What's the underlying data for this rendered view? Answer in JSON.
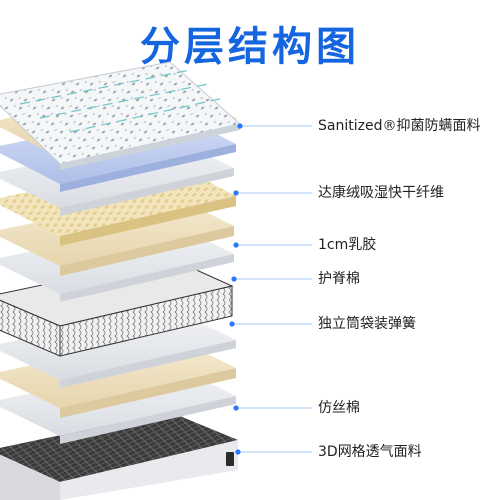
{
  "title": "分层结构图",
  "layers": [
    {
      "name": "Sanitized®抑菌防螨面料",
      "fabric": "quilted-top"
    },
    {
      "name": "",
      "fabric": "cream-foam"
    },
    {
      "name": "达康绒吸湿快干纤维",
      "fabric": "blue-fiber"
    },
    {
      "name": "",
      "fabric": "white-layer"
    },
    {
      "name": "1cm乳胶",
      "fabric": "latex"
    },
    {
      "name": "",
      "fabric": "cream-foam"
    },
    {
      "name": "护脊棉",
      "fabric": "white-layer"
    },
    {
      "name": "独立筒袋装弹簧",
      "fabric": "pocket-springs"
    },
    {
      "name": "",
      "fabric": "white-layer"
    },
    {
      "name": "",
      "fabric": "cream-foam"
    },
    {
      "name": "仿丝棉",
      "fabric": "white-layer"
    },
    {
      "name": "3D网格透气面料",
      "fabric": "3d-mesh"
    }
  ],
  "colors": {
    "title": "#1565e0",
    "connector_dot": "#2979ff",
    "connector_line": "#aac8f0",
    "cream": "#f3e7c8",
    "blue": "#c9d6f4",
    "white_layer": "#eceff3",
    "latex": "#efe1b4",
    "spring_frame": "#3a3a3a",
    "mesh_dark": "#2b2b2b"
  }
}
